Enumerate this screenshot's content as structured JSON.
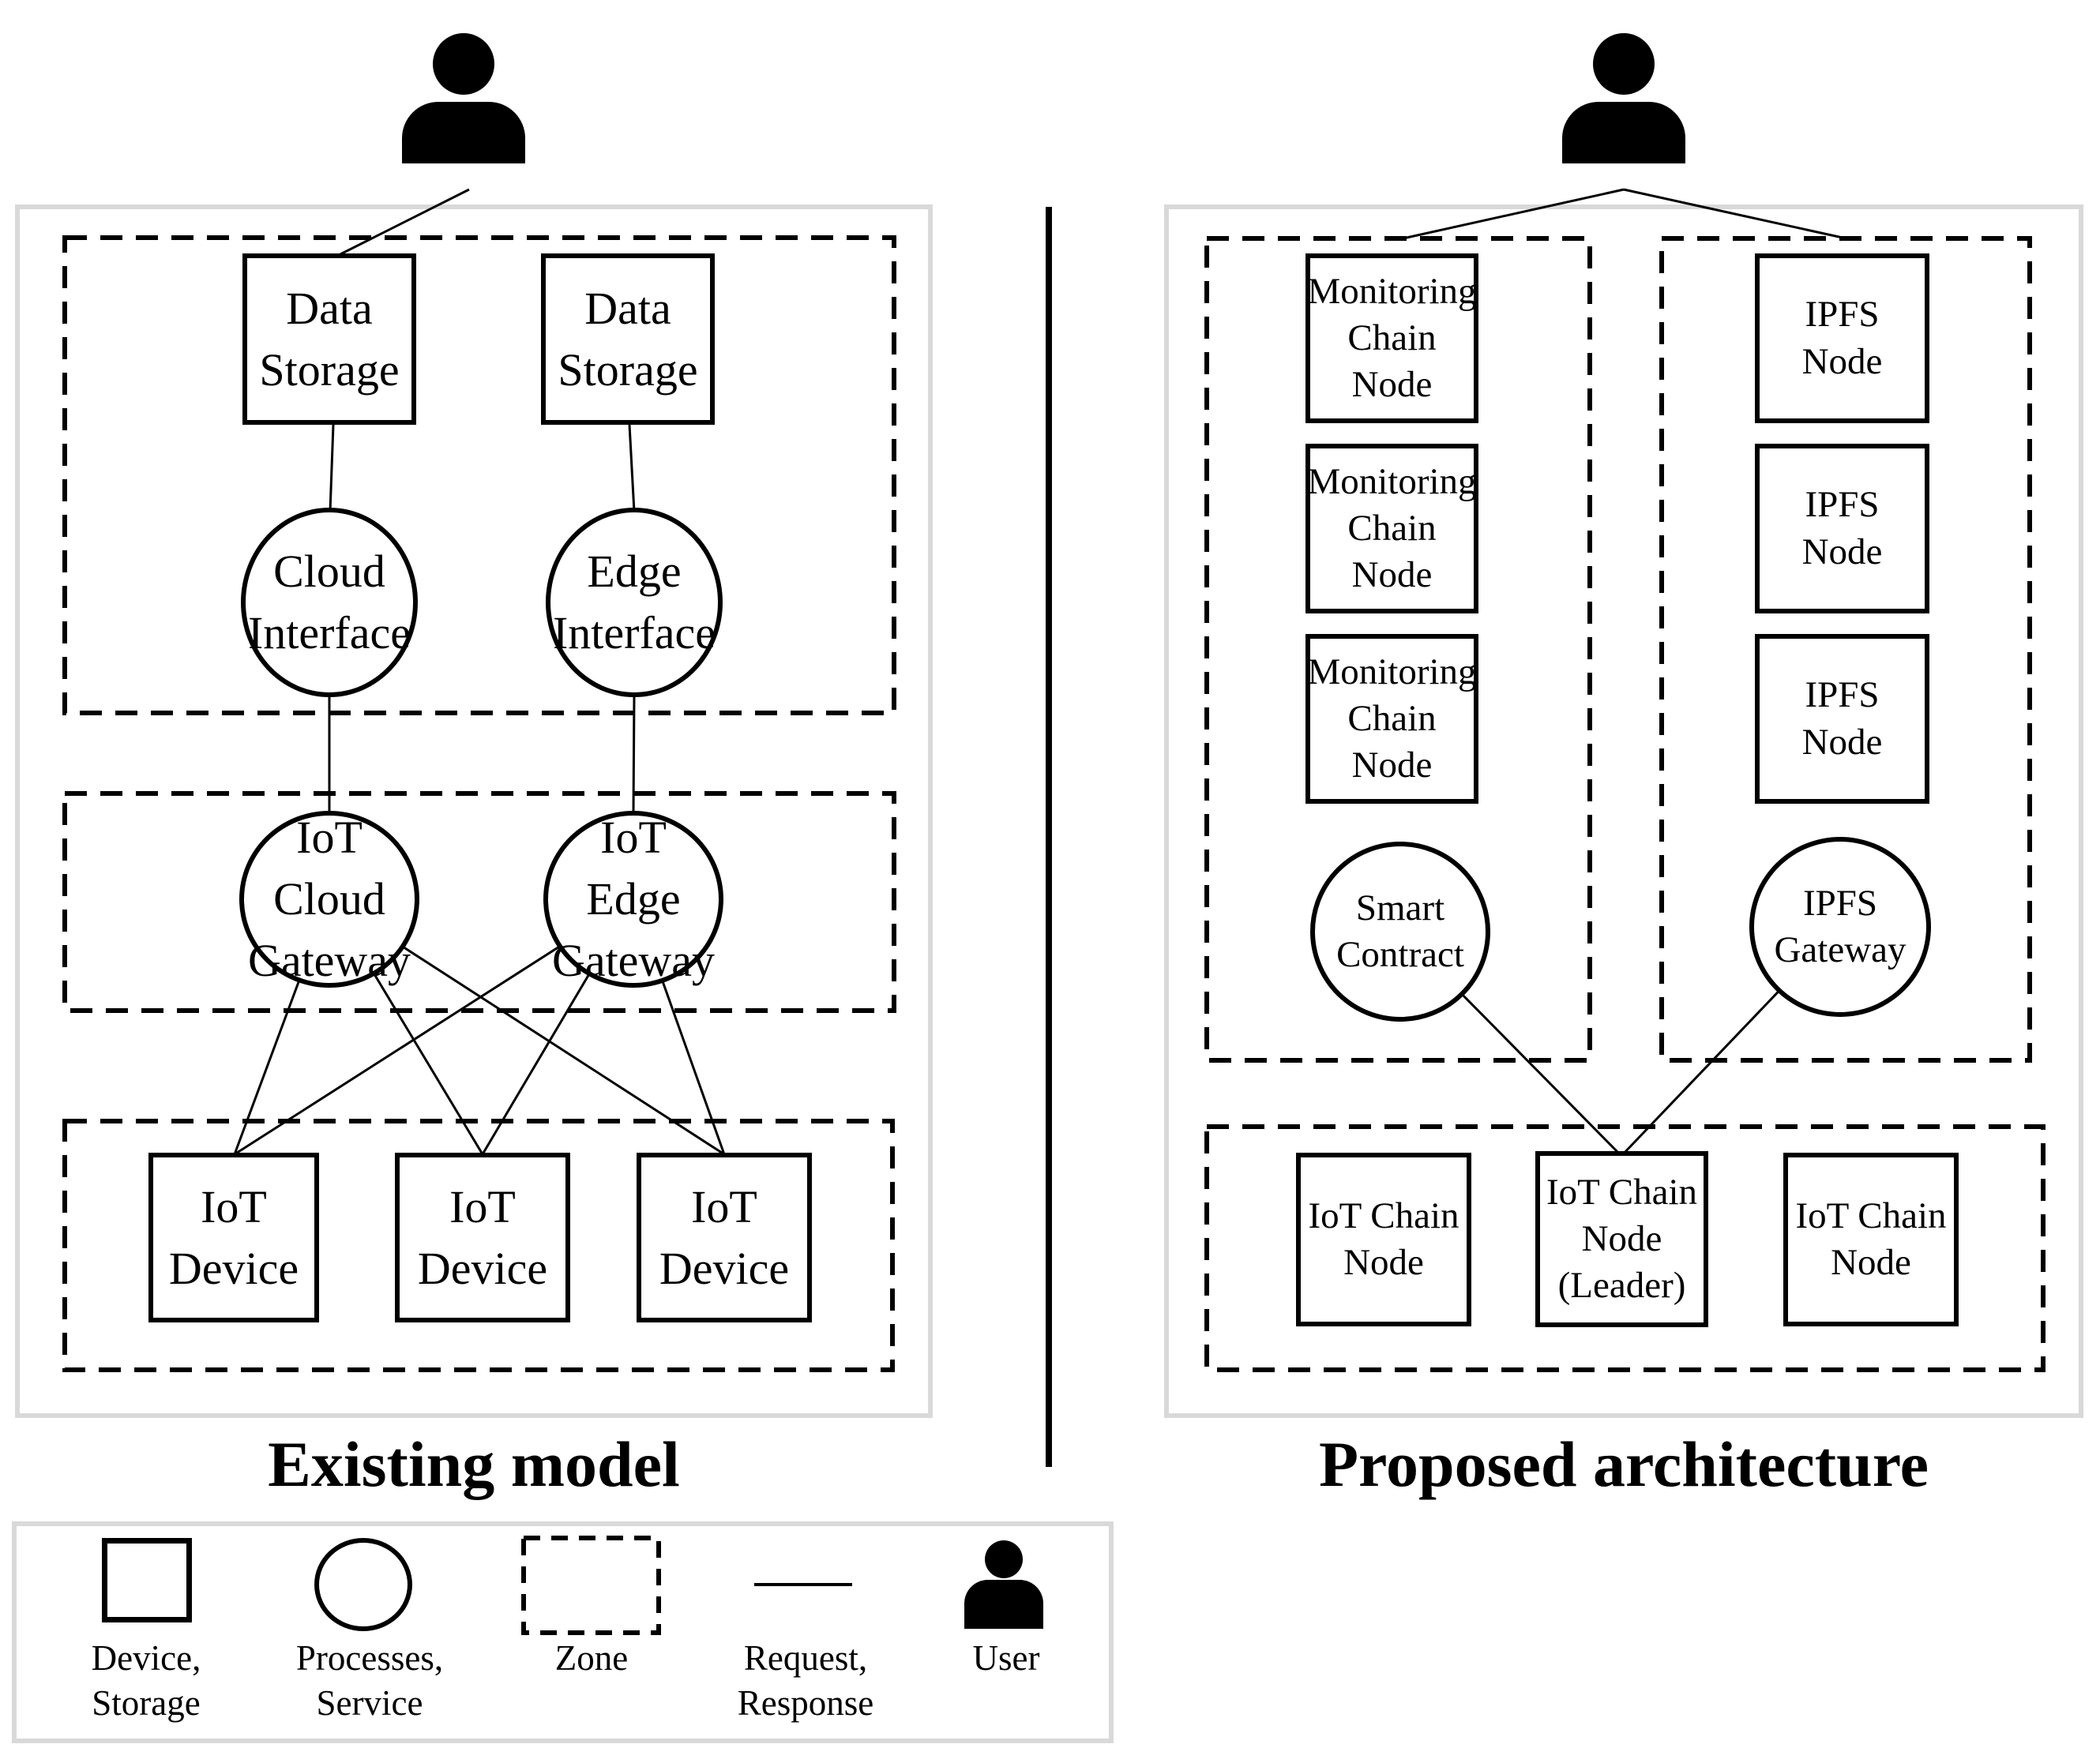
{
  "left_panel": {
    "title": "Existing model",
    "user_icon": "user-icon",
    "nodes": {
      "data_storage_1": "Data\nStorage",
      "data_storage_2": "Data\nStorage",
      "cloud_interface": "Cloud\nInterface",
      "edge_interface": "Edge\nInterface",
      "iot_cloud_gateway": "IoT Cloud\nGateway",
      "iot_edge_gateway": "IoT Edge\nGateway",
      "iot_device_1": "IoT\nDevice",
      "iot_device_2": "IoT\nDevice",
      "iot_device_3": "IoT\nDevice"
    }
  },
  "right_panel": {
    "title": "Proposed architecture",
    "user_icon": "user-icon",
    "nodes": {
      "monitoring_chain_node_1": "Monitoring\nChain Node",
      "monitoring_chain_node_2": "Monitoring\nChain Node",
      "monitoring_chain_node_3": "Monitoring\nChain Node",
      "ipfs_node_1": "IPFS\nNode",
      "ipfs_node_2": "IPFS\nNode",
      "ipfs_node_3": "IPFS\nNode",
      "smart_contract": "Smart\nContract",
      "ipfs_gateway": "IPFS\nGateway",
      "iot_chain_node_1": "IoT Chain\nNode",
      "iot_chain_node_leader": "IoT Chain\nNode\n(Leader)",
      "iot_chain_node_2": "IoT Chain\nNode"
    }
  },
  "legend": {
    "items": [
      {
        "icon": "device-storage-square-icon",
        "label": "Device,\nStorage"
      },
      {
        "icon": "process-ellipse-icon",
        "label": "Processes,\nService"
      },
      {
        "icon": "zone-dashed-rect-icon",
        "label": "Zone"
      },
      {
        "icon": "request-response-line-icon",
        "label": "Request,\nResponse"
      },
      {
        "icon": "user-icon",
        "label": "User"
      }
    ]
  },
  "colors": {
    "stroke": "#000000",
    "panel_border": "#d9d9d9",
    "background": "#ffffff"
  }
}
